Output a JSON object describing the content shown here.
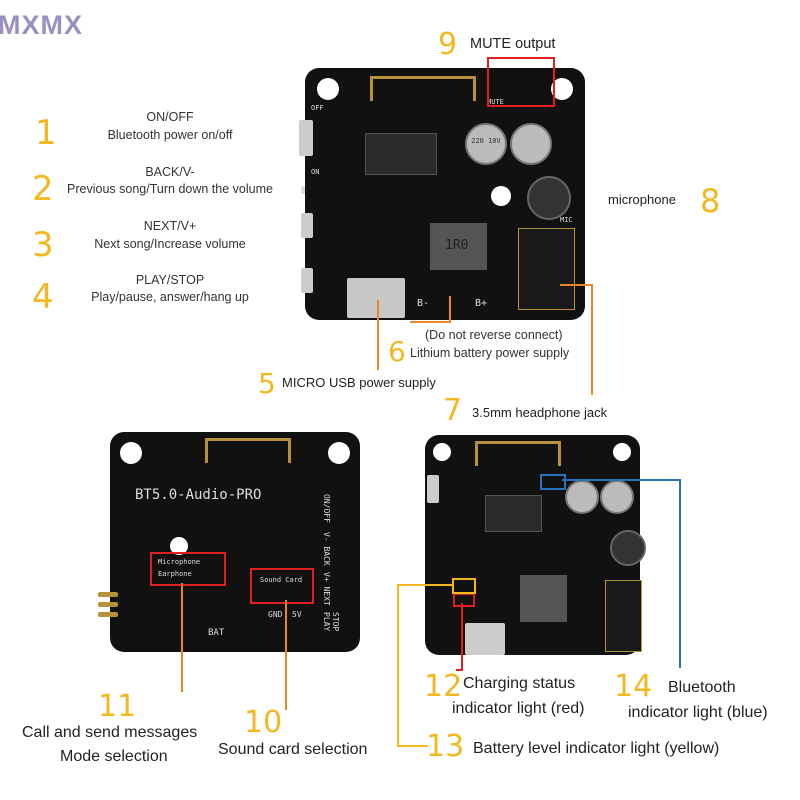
{
  "watermark": "MXMX",
  "items": [
    {
      "num": "1",
      "title": "ON/OFF",
      "desc": "Bluetooth power on/off"
    },
    {
      "num": "2",
      "title": "BACK/V-",
      "desc": "Previous song/Turn down the volume"
    },
    {
      "num": "3",
      "title": "NEXT/V+",
      "desc": "Next song/Increase volume"
    },
    {
      "num": "4",
      "title": "PLAY/STOP",
      "desc": "Play/pause, answer/hang up"
    }
  ],
  "callouts": {
    "c5": {
      "num": "5",
      "text": "MICRO USB power supply"
    },
    "c6": {
      "num": "6",
      "note": "(Do not reverse connect)",
      "text": "Lithium battery power supply"
    },
    "c7": {
      "num": "7",
      "text": "3.5mm headphone jack"
    },
    "c8": {
      "num": "8",
      "text": "microphone"
    },
    "c9": {
      "num": "9",
      "text": "MUTE output"
    },
    "c10": {
      "num": "10",
      "text": "Sound card selection"
    },
    "c11": {
      "num": "11",
      "line1": "Call and send messages",
      "line2": "Mode selection"
    },
    "c12": {
      "num": "12",
      "line1": "Charging status",
      "line2": "indicator light (red)"
    },
    "c13": {
      "num": "13",
      "text": "Battery level indicator light (yellow)"
    },
    "c14": {
      "num": "14",
      "line1": "Bluetooth",
      "line2": "indicator light (blue)"
    }
  },
  "board_front": {
    "off": "OFF",
    "on": "ON",
    "mute": "MUTE",
    "mic": "MIC",
    "bminus": "B-",
    "bplus": "B+",
    "inductor": "1R0",
    "cap": "220 10V"
  },
  "board_back": {
    "model": "BT5.0-Audio-PRO",
    "microphone": "Microphone",
    "earphone": "Earphone",
    "sound_card": "Sound Card",
    "gnd": "GND",
    "v5": "5V",
    "bat": "BAT",
    "onoff": "ON/OFF",
    "back": "V- BACK",
    "next": "V+ NEXT",
    "play": "STOP PLAY"
  },
  "colors": {
    "number": "#f3b820",
    "leader_orange": "#e8862a",
    "highlight_red": "#e02020",
    "leader_blue": "#2a6fc0",
    "watermark": "#9b8fc0"
  }
}
